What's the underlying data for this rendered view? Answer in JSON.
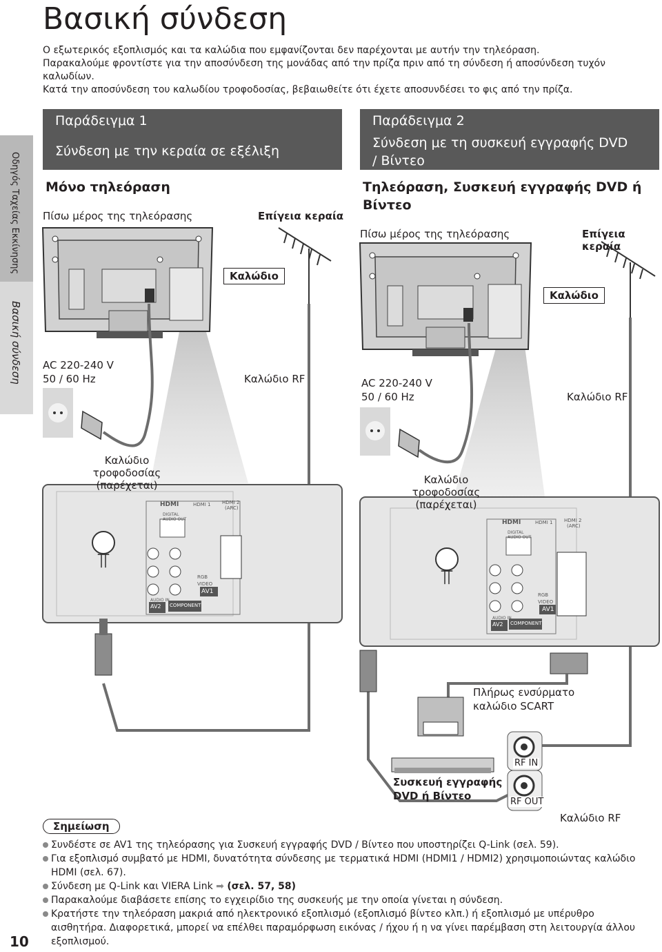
{
  "page": {
    "title": "Βασική σύνδεση",
    "number": "10"
  },
  "intro": [
    "Ο εξωτερικός εξοπλισμός και τα καλώδια που εμφανίζονται δεν παρέχονται με αυτήν την τηλεόραση.",
    "Παρακαλούμε φροντίστε για την αποσύνδεση της μονάδας από την πρίζα πριν από τη σύνδεση ή αποσύνδεση τυχόν καλωδίων.",
    "Κατά την αποσύνδεση του καλωδίου τροφοδοσίας, βεβαιωθείτε ότι έχετε αποσυνδέσει το φις από την πρίζα."
  ],
  "sidetab": {
    "guide": "Οδηγός Ταχείας Εκκίνησης",
    "section": "Βασική σύνδεση"
  },
  "example1": {
    "title": "Παράδειγμα 1",
    "subtitle": "Σύνδεση με την κεραία σε εξέλιξη",
    "setup": "Μόνο τηλεόραση",
    "rear": "Πίσω μέρος της τηλεόρασης",
    "antenna": "Επίγεια κεραία",
    "cable": "Καλώδιο",
    "ac_line1": "AC 220-240 V",
    "ac_line2": "50 / 60 Hz",
    "rf_cable": "Καλώδιο RF",
    "power_cable_line1": "Καλώδιο τροφοδοσίας",
    "power_cable_line2": "(παρέχεται)"
  },
  "example2": {
    "title": "Παράδειγμα 2",
    "subtitle_line1": "Σύνδεση με τη συσκευή εγγραφής DVD",
    "subtitle_line2": "/ Βίντεο",
    "setup_line1": "Τηλεόραση, Συσκευή εγγραφής DVD ή",
    "setup_line2": "Βίντεο",
    "rear": "Πίσω μέρος της τηλεόρασης",
    "antenna": "Επίγεια κεραία",
    "cable": "Καλώδιο",
    "ac_line1": "AC 220-240 V",
    "ac_line2": "50 / 60 Hz",
    "rf_cable": "Καλώδιο RF",
    "power_cable_line1": "Καλώδιο τροφοδοσίας",
    "power_cable_line2": "(παρέχεται)",
    "scart_line1": "Πλήρως ενσύρματο",
    "scart_line2": "καλώδιο SCART",
    "recorder_line1": "Συσκευή εγγραφής",
    "recorder_line2": "DVD ή Βίντεο",
    "rf_in": "RF IN",
    "rf_out": "RF OUT",
    "rf_cable_bottom": "Καλώδιο RF"
  },
  "panel_labels": {
    "hdmi": "HDMI",
    "hdmi1": "HDMI 1",
    "hdmi2": "HDMI 2",
    "arc": "(ARC)",
    "digital_audio_out": "DIGITAL AUDIO OUT",
    "rgb": "RGB",
    "video": "VIDEO",
    "av1": "AV1",
    "av2": "AV2",
    "audio_in": "AUDIO IN",
    "component": "COMPONENT"
  },
  "notes": {
    "heading": "Σημείωση",
    "items": [
      "Συνδέστε σε AV1 της τηλεόρασης για Συσκευή εγγραφής DVD / Βίντεο που υποστηρίζει Q-Link (σελ. 59).",
      "Για εξοπλισμό συμβατό με HDMI, δυνατότητα σύνδεσης με τερματικά HDMI (HDMI1 / HDMI2) χρησιμοποιώντας καλώδιο HDMI (σελ. 67).",
      "Σύνδεση με Q-Link και VIERA Link",
      "Παρακαλούμε διαβάσετε επίσης το εγχειρίδιο της συσκευής με την οποία γίνεται η σύνδεση.",
      "Κρατήστε την τηλεόραση μακριά από ηλεκτρονικό εξοπλισμό (εξοπλισμό βίντεο κλπ.) ή εξοπλισμό με υπέρυθρο αισθητήρα. Διαφορετικά, μπορεί να επέλθει παραμόρφωση εικόνας / ήχου ή η να γίνει παρέμβαση στη λειτουργία άλλου εξοπλισμού."
    ],
    "qlink_ref": "(σελ. 57, 58)"
  },
  "icons": {
    "arrow": "arrow-right-icon",
    "bullet": "bullet-icon",
    "antenna": "antenna-icon",
    "socket": "wall-socket-icon"
  },
  "colors": {
    "header_bg": "#595959",
    "panel_bg": "#e6e6e6",
    "cable": "#6d6d6d",
    "arrow": "#8a8a8a"
  }
}
